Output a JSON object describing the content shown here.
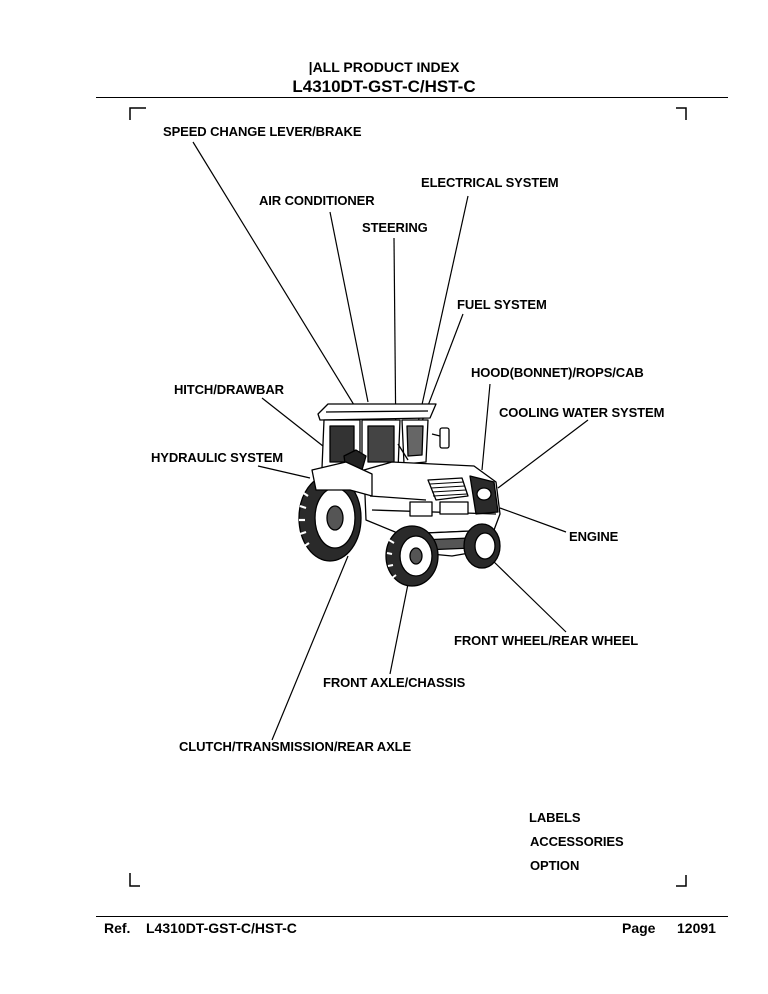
{
  "header": {
    "index_title": "|ALL PRODUCT INDEX",
    "model_title": "L4310DT-GST-C/HST-C"
  },
  "labels": {
    "speed_change": "SPEED CHANGE LEVER/BRAKE",
    "electrical": "ELECTRICAL SYSTEM",
    "air_conditioner": "AIR CONDITIONER",
    "steering": "STEERING",
    "fuel": "FUEL SYSTEM",
    "hood": "HOOD(BONNET)/ROPS/CAB",
    "hitch": "HITCH/DRAWBAR",
    "cooling": "COOLING WATER SYSTEM",
    "hydraulic": "HYDRAULIC SYSTEM",
    "engine": "ENGINE",
    "wheels": "FRONT WHEEL/REAR WHEEL",
    "front_axle": "FRONT AXLE/CHASSIS",
    "clutch": "CLUTCH/TRANSMISSION/REAR AXLE"
  },
  "extras": {
    "labels": "LABELS",
    "accessories": "ACCESSORIES",
    "option": "OPTION"
  },
  "footer": {
    "ref_label": "Ref.",
    "ref_model": "L4310DT-GST-C/HST-C",
    "page_label": "Page",
    "page_number": "12091"
  }
}
